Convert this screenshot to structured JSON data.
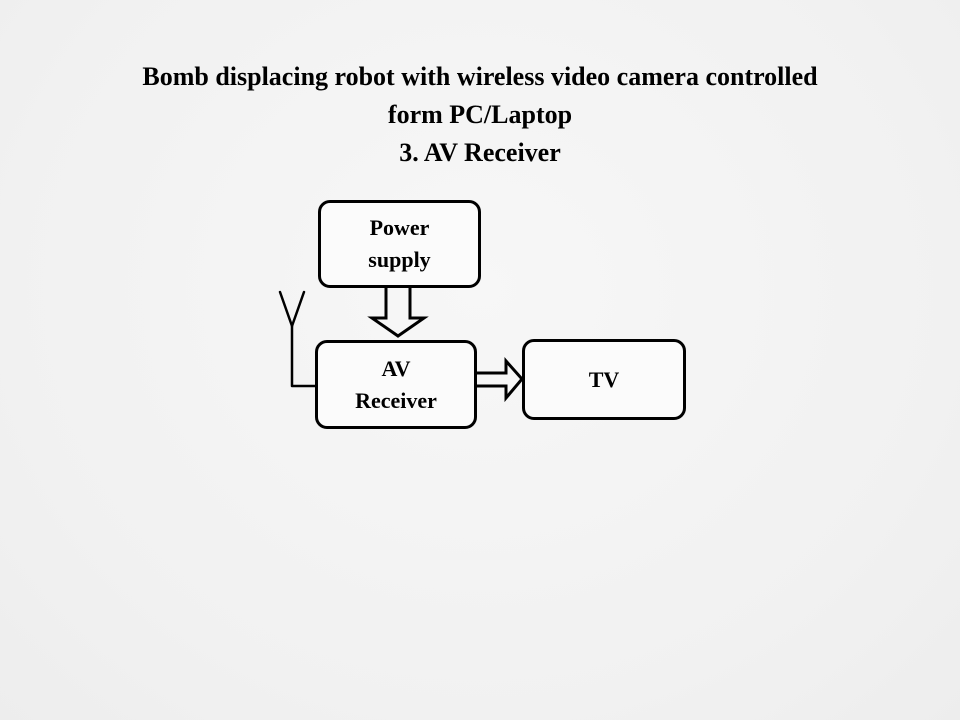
{
  "title": {
    "line1": "Bomb displacing robot with wireless video camera controlled",
    "line2": "form PC/Laptop",
    "line3": "3. AV Receiver"
  },
  "blocks": {
    "power_supply": {
      "line1": "Power",
      "line2": "supply"
    },
    "av_receiver": {
      "line1": "AV",
      "line2": "Receiver"
    },
    "tv": {
      "label": "TV"
    }
  },
  "connections": [
    {
      "from": "power_supply",
      "to": "av_receiver",
      "style": "hollow-arrow"
    },
    {
      "from": "av_receiver",
      "to": "tv",
      "style": "hollow-arrow"
    }
  ],
  "icons": {
    "antenna": "antenna-icon"
  },
  "colors": {
    "background": "#f4f4f4",
    "stroke": "#000000"
  }
}
